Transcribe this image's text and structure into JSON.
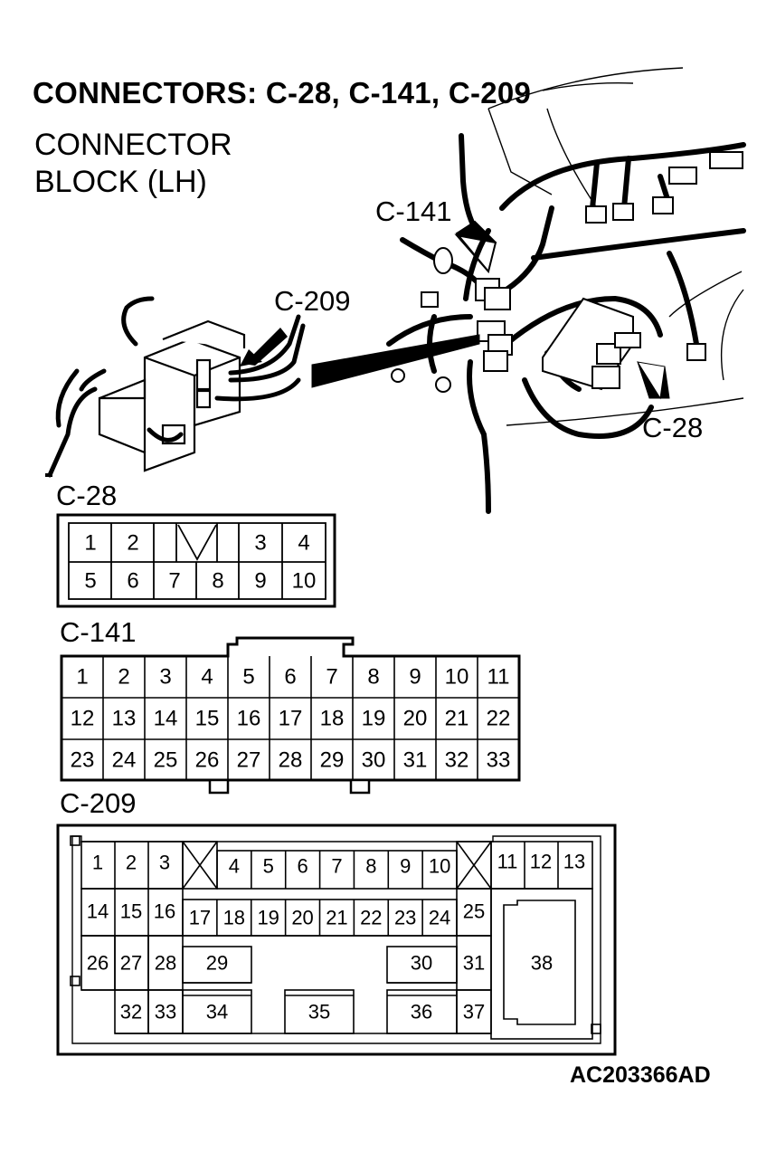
{
  "title": "CONNECTORS: C-28, C-141, C-209",
  "subtitle_line1": "CONNECTOR",
  "subtitle_line2": "BLOCK (LH)",
  "callouts": {
    "c141": "C-141",
    "c209": "C-209",
    "c28": "C-28"
  },
  "figure_code": "AC203366AD",
  "connectors": {
    "c28": {
      "label": "C-28",
      "row1": [
        "1",
        "2",
        "3",
        "4"
      ],
      "row2": [
        "5",
        "6",
        "7",
        "8",
        "9",
        "10"
      ]
    },
    "c141": {
      "label": "C-141",
      "row1": [
        "1",
        "2",
        "3",
        "4",
        "5",
        "6",
        "7",
        "8",
        "9",
        "10",
        "11"
      ],
      "row2": [
        "12",
        "13",
        "14",
        "15",
        "16",
        "17",
        "18",
        "19",
        "20",
        "21",
        "22"
      ],
      "row3": [
        "23",
        "24",
        "25",
        "26",
        "27",
        "28",
        "29",
        "30",
        "31",
        "32",
        "33"
      ]
    },
    "c209": {
      "label": "C-209",
      "row1_left": [
        "1",
        "2",
        "3"
      ],
      "row1_mid": [
        "4",
        "5",
        "6",
        "7",
        "8",
        "9",
        "10"
      ],
      "row1_right": [
        "11",
        "12",
        "13"
      ],
      "row2_left": [
        "14",
        "15",
        "16"
      ],
      "row2_mid": [
        "17",
        "18",
        "19",
        "20",
        "21",
        "22",
        "23",
        "24"
      ],
      "row2_right": [
        "25"
      ],
      "row3": [
        "26",
        "27",
        "28",
        "29",
        "30",
        "31"
      ],
      "row4": [
        "32",
        "33",
        "34",
        "35",
        "36",
        "37"
      ],
      "big": "38"
    }
  }
}
